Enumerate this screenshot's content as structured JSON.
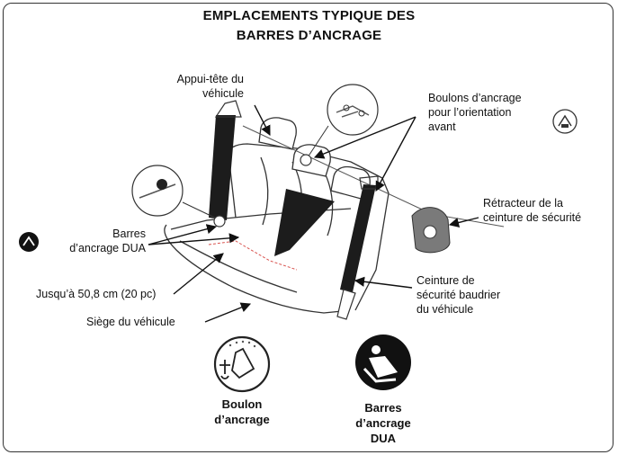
{
  "title": {
    "line1": "EMPLACEMENTS TYPIQUE DES",
    "line2": "BARRES D’ANCRAGE"
  },
  "callouts": {
    "headrest": [
      "Appui-tête du",
      "véhicule"
    ],
    "tether_bolts": [
      "Boulons d’ancrage",
      "pour l’orientation",
      "avant"
    ],
    "retractor": [
      "Rétracteur de la",
      "ceinture de sécurité"
    ],
    "lower_bars": [
      "Barres",
      "d’ancrage DUA"
    ],
    "distance": "Jusqu’à 50,8 cm (20 pc)",
    "seat": "Siège du véhicule",
    "shoulder_belt": [
      "Ceinture de",
      "sécurité baudrier",
      "du véhicule"
    ]
  },
  "legend": {
    "anchor_bolt": [
      "Boulon",
      "d’ancrage"
    ],
    "lower_bars": [
      "Barres",
      "d’ancrage",
      "DUA"
    ]
  },
  "icons": [
    "tether-anchor-icon",
    "lower-anchor-icon",
    "child-seat-icon"
  ],
  "colors": {
    "ink": "#111111",
    "belt": "#1c1c1c",
    "retractor": "#777777",
    "distance_marker": "#d9534f"
  }
}
